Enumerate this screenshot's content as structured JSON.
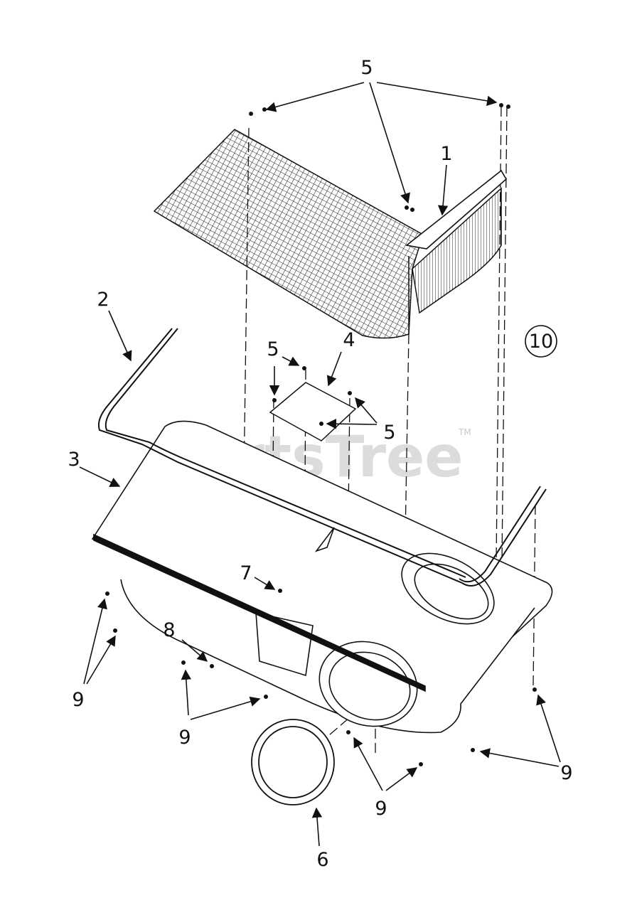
{
  "watermark": {
    "text": "PartsTree",
    "trademark": "TM"
  },
  "callouts": {
    "c1": "1",
    "c2": "2",
    "c3": "3",
    "c4": "4",
    "c5_top": "5",
    "c5_left": "5",
    "c5_right": "5",
    "c6": "6",
    "c7": "7",
    "c8": "8",
    "c9_left": "9",
    "c9_mid": "9",
    "c9_bottom": "9",
    "c9_right": "9",
    "c10": "10"
  },
  "colors": {
    "line": "#111111",
    "watermark": "#d6d6d6",
    "background": "#ffffff"
  }
}
